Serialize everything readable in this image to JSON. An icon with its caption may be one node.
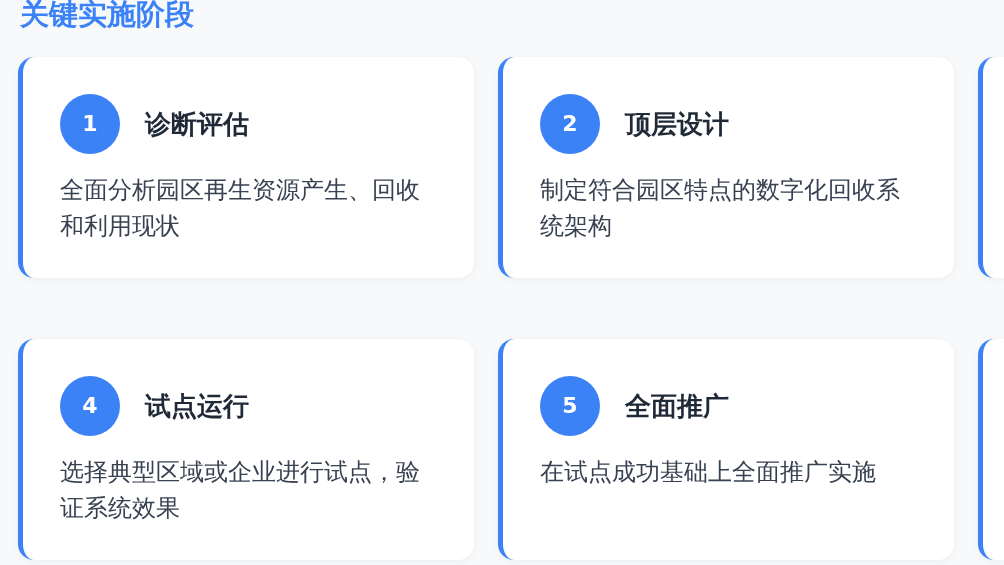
{
  "diagram": {
    "title": "关键实施阶段",
    "nodes": [
      {
        "text": [
          "诊断评估",
          "全面分析园区再生资源产生、回收和利用现状"
        ]
      },
      {
        "text": [
          "1"
        ],
        "in": 0
      },
      {
        "text": [
          "顶层设计",
          "制定符合园区特点的数字化回收系统架构"
        ]
      },
      {
        "text": [
          "2"
        ],
        "in": 2
      },
      {
        "text": [],
        "shape": "box"
      },
      {
        "text": [
          "试点运行",
          "选择典型区域或企业进行试点，验证系统效果"
        ]
      },
      {
        "text": [
          "4"
        ],
        "in": 5
      },
      {
        "text": [
          "全面推广",
          "在试点成功基础上全面推广实施"
        ]
      },
      {
        "text": [
          "5"
        ],
        "in": 7
      },
      {
        "text": [],
        "shape": "box"
      }
    ]
  }
}
